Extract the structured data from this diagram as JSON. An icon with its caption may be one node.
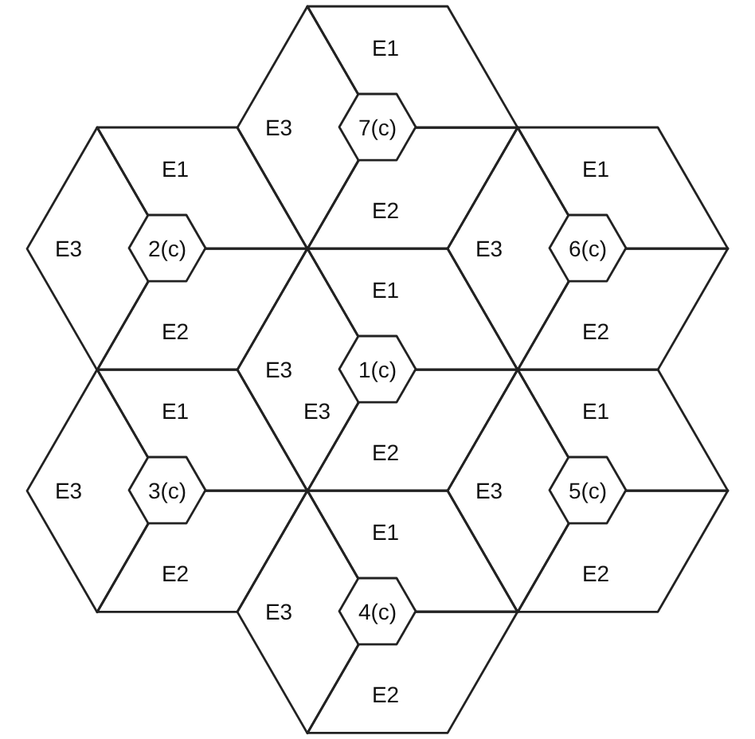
{
  "diagram": {
    "nodes": [
      {
        "text": [
          "E1"
        ]
      },
      {
        "text": [
          "E3"
        ]
      },
      {
        "text": [
          "7(c)"
        ]
      },
      {
        "text": [
          "E2"
        ]
      },
      {
        "text": [
          "E1"
        ]
      },
      {
        "text": [
          "E3"
        ]
      },
      {
        "text": [
          "2(c)"
        ]
      },
      {
        "text": [
          "E2"
        ]
      },
      {
        "text": [
          "E1"
        ]
      },
      {
        "text": [
          "E3"
        ]
      },
      {
        "text": [
          "6(c)"
        ]
      },
      {
        "text": [
          "E2"
        ]
      },
      {
        "text": [
          "E1"
        ]
      },
      {
        "text": [
          "E3",
          "E3"
        ]
      },
      {
        "text": [
          "1(c)"
        ]
      },
      {
        "text": [
          "E2"
        ]
      },
      {
        "text": [
          "E1"
        ]
      },
      {
        "text": [
          "E3"
        ]
      },
      {
        "text": [
          "3(c)"
        ]
      },
      {
        "text": [
          "E2"
        ]
      },
      {
        "text": [
          "E1"
        ]
      },
      {
        "text": [
          "E3"
        ]
      },
      {
        "text": [
          "5(c)"
        ]
      },
      {
        "text": [
          "E2"
        ]
      },
      {
        "text": [
          "E1"
        ]
      },
      {
        "text": [
          "E3"
        ]
      },
      {
        "text": [
          "4(c)"
        ]
      },
      {
        "text": [
          "E2"
        ]
      }
    ]
  }
}
